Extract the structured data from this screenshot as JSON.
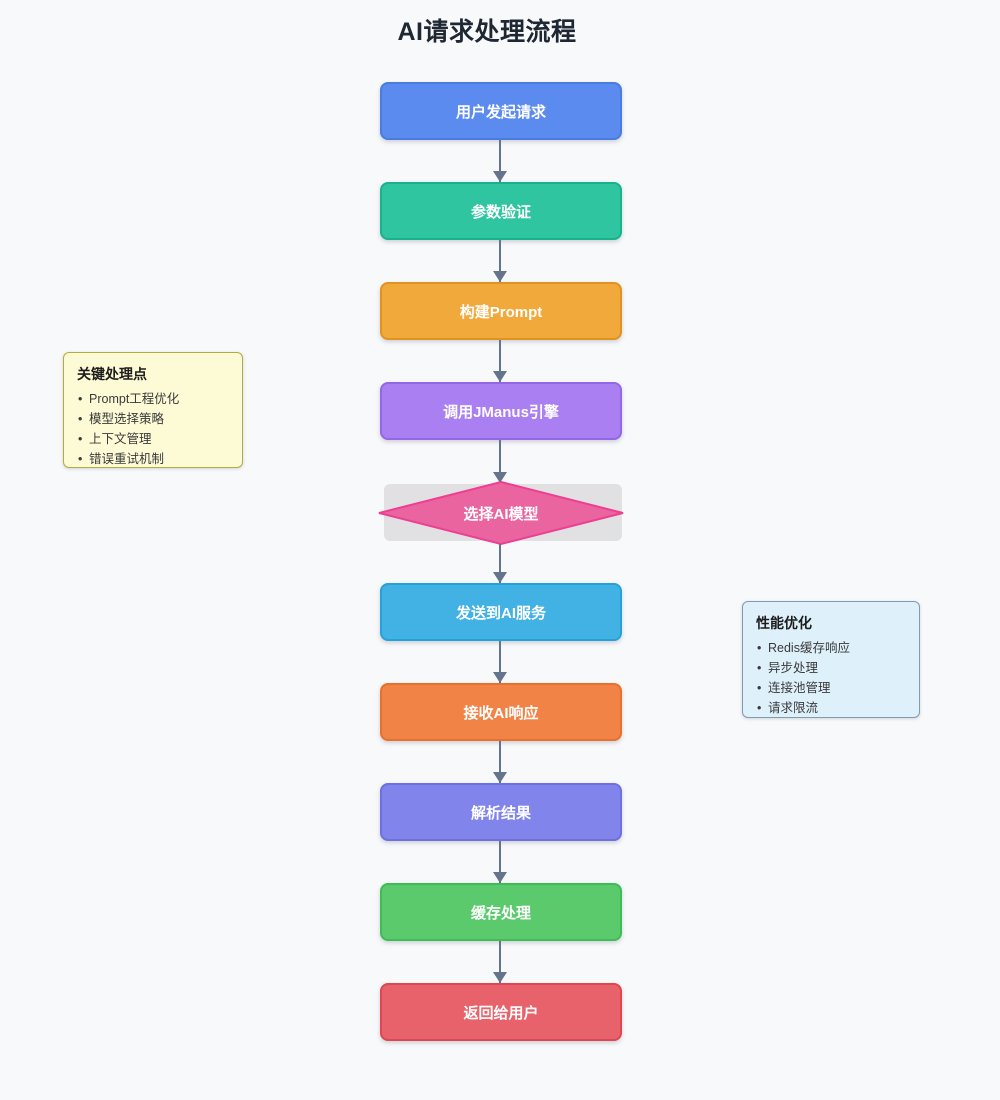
{
  "title": "AI请求处理流程",
  "theme": {
    "background": "#f8f9fb",
    "title_color": "#1f2733",
    "arrow_color": "#64748b",
    "decision_backdrop": "#e1e1e3"
  },
  "nodes": [
    {
      "id": "user-request",
      "label": "用户发起请求",
      "shape": "rect",
      "fill": "#5b8bef",
      "border": "#4a7ce0"
    },
    {
      "id": "param-validate",
      "label": "参数验证",
      "shape": "rect",
      "fill": "#2ec5a0",
      "border": "#17b38b"
    },
    {
      "id": "build-prompt",
      "label": "构建Prompt",
      "shape": "rect",
      "fill": "#f0a93a",
      "border": "#e0941f"
    },
    {
      "id": "call-jmanus",
      "label": "调用JManus引擎",
      "shape": "rect",
      "fill": "#aa7ff2",
      "border": "#9466e8"
    },
    {
      "id": "select-model",
      "label": "选择AI模型",
      "shape": "diamond",
      "fill": "#ea64a0",
      "border": "#ee3e92"
    },
    {
      "id": "send-to-ai",
      "label": "发送到AI服务",
      "shape": "rect",
      "fill": "#41b2e3",
      "border": "#27a2d8"
    },
    {
      "id": "receive-ai",
      "label": "接收AI响应",
      "shape": "rect",
      "fill": "#f08345",
      "border": "#e8702d"
    },
    {
      "id": "parse-result",
      "label": "解析结果",
      "shape": "rect",
      "fill": "#8184ea",
      "border": "#6e6fe0"
    },
    {
      "id": "cache-process",
      "label": "缓存处理",
      "shape": "rect",
      "fill": "#5aca6d",
      "border": "#3fbc55"
    },
    {
      "id": "return-user",
      "label": "返回给用户",
      "shape": "rect",
      "fill": "#e8626b",
      "border": "#de4650"
    }
  ],
  "notes": {
    "left": {
      "title": "关键处理点",
      "items": [
        "Prompt工程优化",
        "模型选择策略",
        "上下文管理",
        "错误重试机制"
      ],
      "fill": "#fdfad6",
      "border": "#b2ad3e"
    },
    "right": {
      "title": "性能优化",
      "items": [
        "Redis缓存响应",
        "异步处理",
        "连接池管理",
        "请求限流"
      ],
      "fill": "#def0fa",
      "border": "#7f9cb3"
    }
  }
}
